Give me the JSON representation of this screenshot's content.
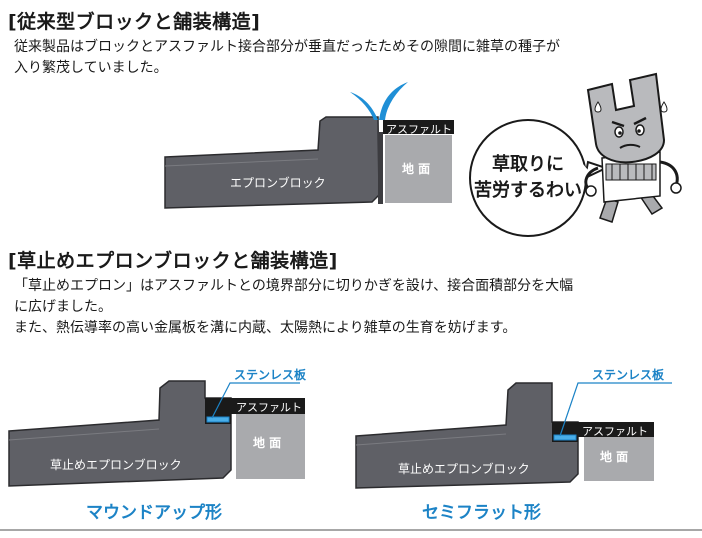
{
  "section1": {
    "heading": "[従来型ブロックと舗装構造]",
    "body_line1": "従来製品はブロックとアスファルト接合部分が垂直だったためその隙間に雑草の種子が",
    "body_line2": "入り繁茂していました。",
    "block_label": "エプロンブロック",
    "asphalt_label": "アスファルト",
    "ground_label": "地 面",
    "bubble_line1": "草取りに",
    "bubble_line2": "苦労するわい"
  },
  "section2": {
    "heading": "[草止めエプロンブロックと舗装構造]",
    "body_line1": "「草止めエプロン」はアスファルトとの境界部分に切りかぎを設け、接合面積部分を大幅",
    "body_line2": "に広げました。",
    "body_line3": "また、熱伝導率の高い金属板を溝に内蔵、太陽熱により雑草の生育を妨げます。",
    "left": {
      "steel_label": "ステンレス板",
      "asphalt_label": "アスファルト",
      "ground_label": "地 面",
      "block_label": "草止めエプロンブロック",
      "caption": "マウンドアップ形"
    },
    "right": {
      "steel_label": "ステンレス板",
      "asphalt_label": "アスファルト",
      "ground_label": "地 面",
      "block_label": "草止めエプロンブロック",
      "caption": "セミフラット形"
    }
  },
  "colors": {
    "block": "#5f6066",
    "block_edge": "#2b2b2e",
    "asphalt": "#1a1a1a",
    "ground": "#a9aaad",
    "accent_blue": "#1c83c6",
    "grass": "#1f8fd6"
  }
}
